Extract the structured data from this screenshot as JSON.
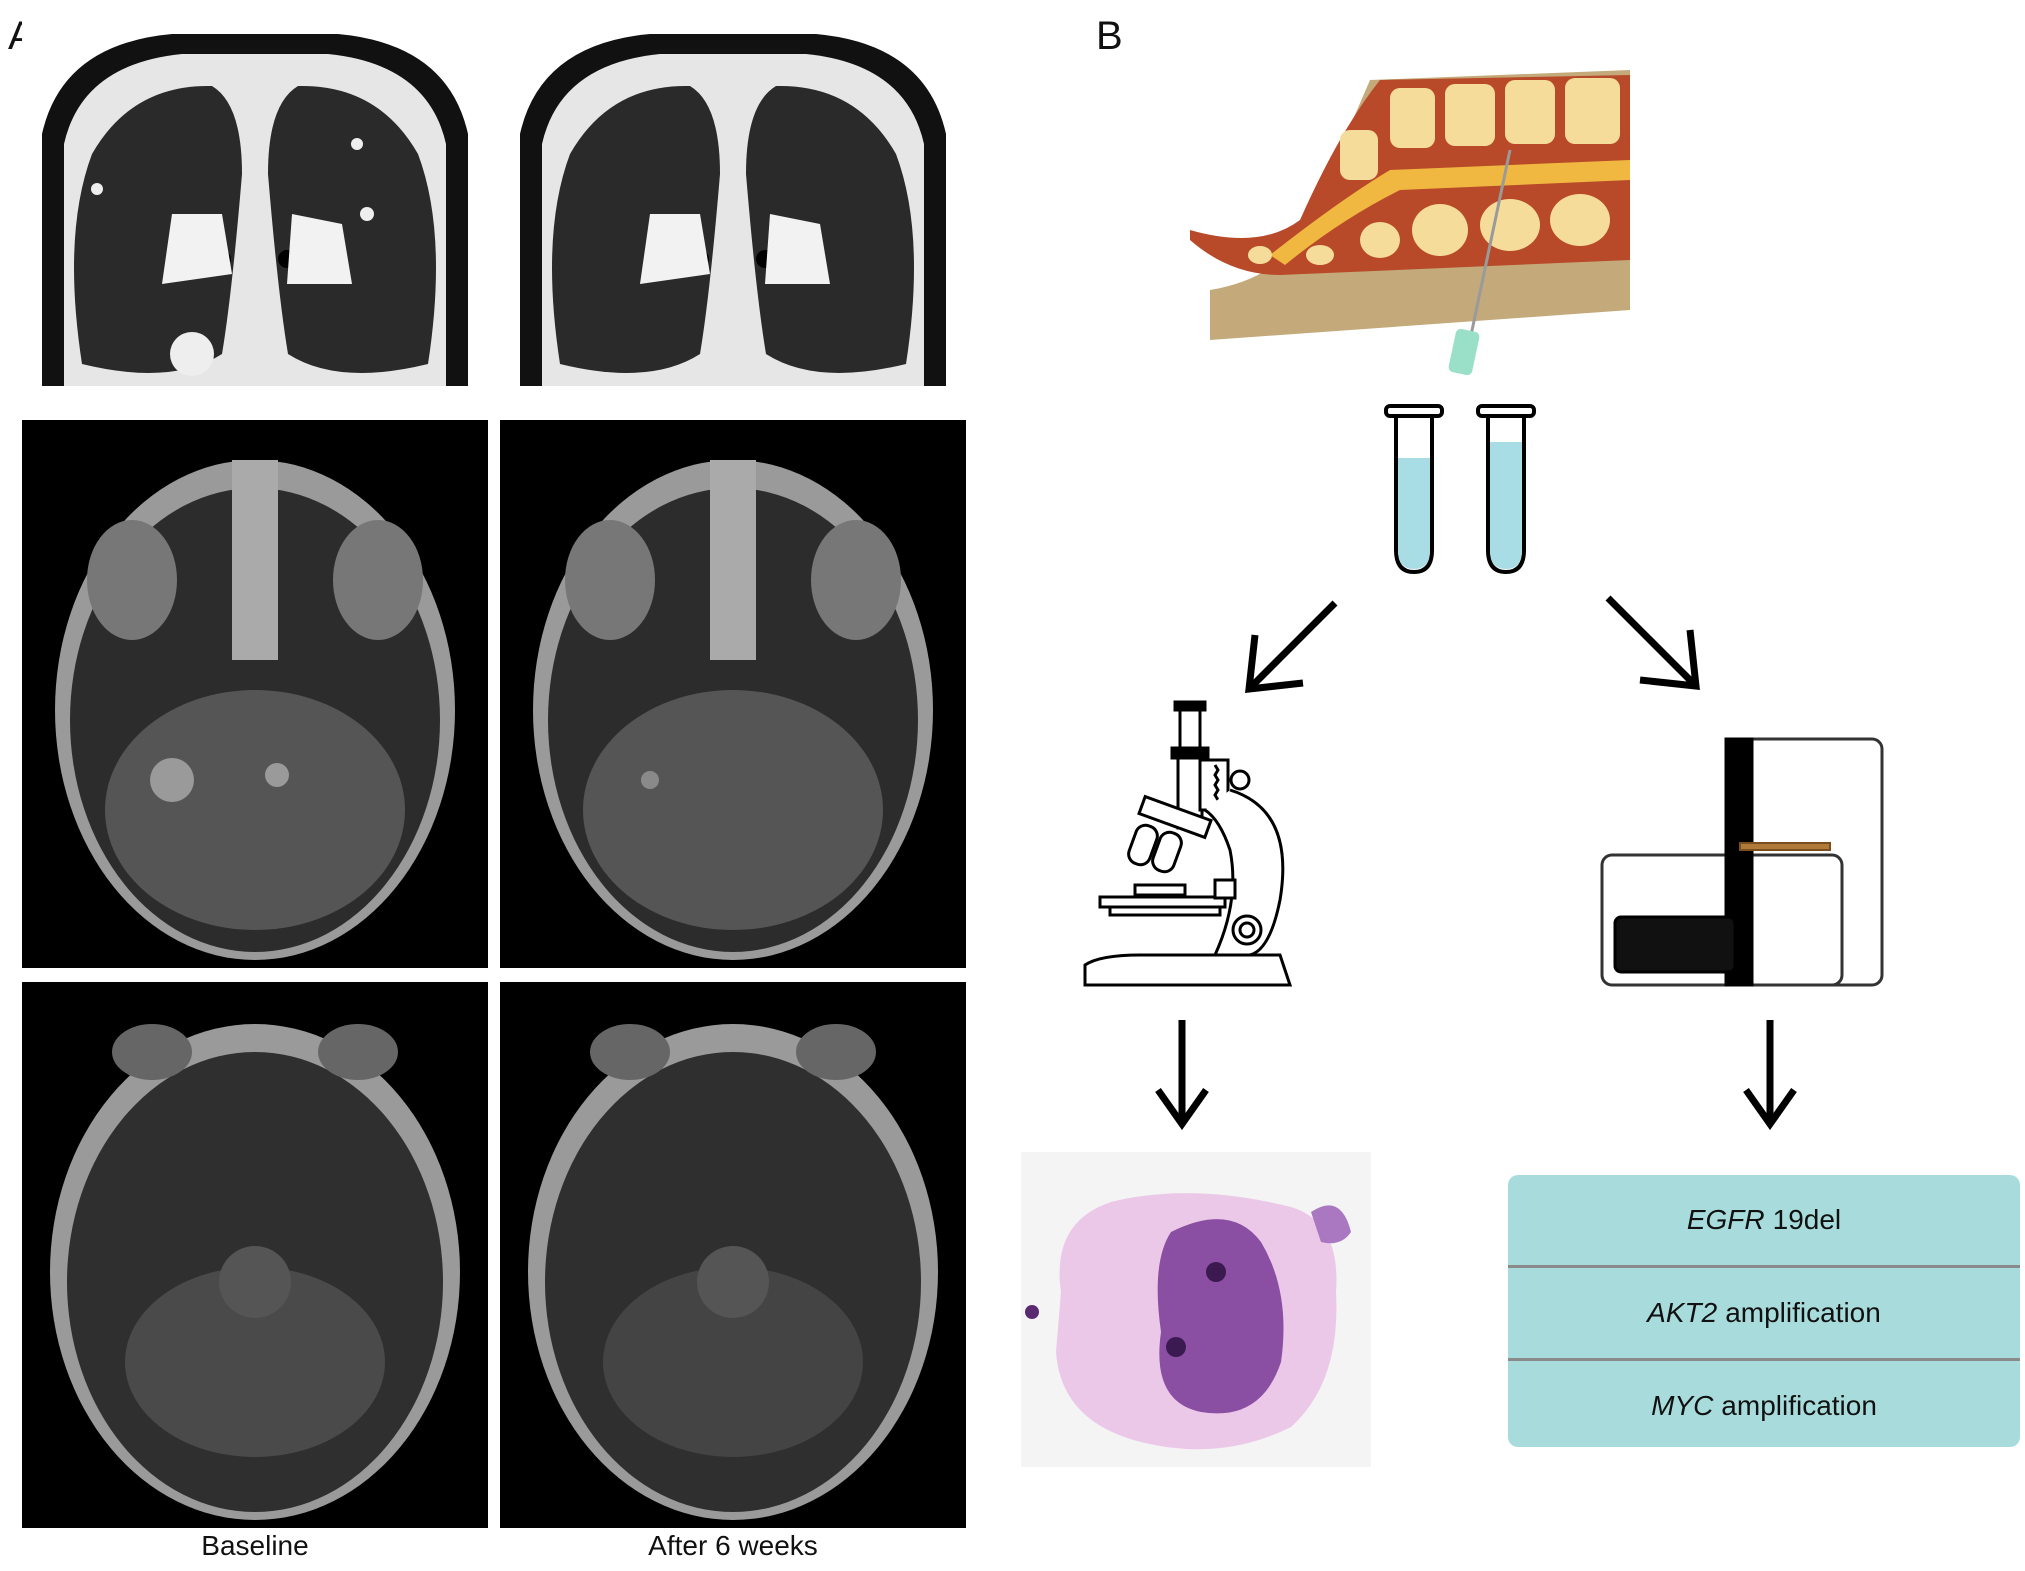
{
  "panels": {
    "a_label": "A",
    "b_label": "B"
  },
  "panel_a": {
    "columns": [
      "Baseline",
      "After 6 weeks"
    ],
    "rows": [
      "chest-ct",
      "brain-mri-1",
      "brain-mri-2"
    ]
  },
  "panel_b": {
    "results": [
      {
        "gene": "EGFR",
        "text": "19del"
      },
      {
        "gene": "AKT2",
        "text": "amplification"
      },
      {
        "gene": "MYC",
        "text": "amplification"
      }
    ]
  },
  "colors": {
    "table_bg": "#a8dcdc",
    "tube_fluid": "#a8dde6",
    "tissue_muscle": "#b84a2a",
    "tissue_fat": "#f6dc9a",
    "tissue_base": "#c4aa7a",
    "stain_purple": "#8a4fa3"
  }
}
